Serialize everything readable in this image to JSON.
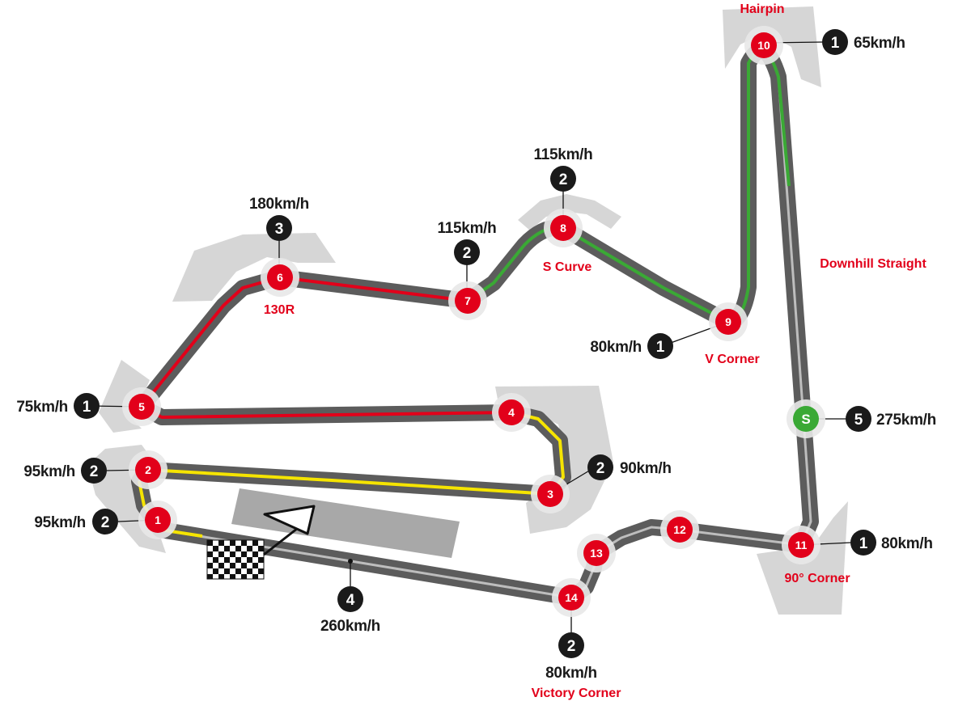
{
  "colors": {
    "track": "#5c5c5c",
    "track_center": "#bdbdbd",
    "runoff": "#d6d6d6",
    "pit": "#a8a8a8",
    "sector_red": "#e2001a",
    "sector_yellow": "#f5e400",
    "sector_green": "#3aa935",
    "turn_marker": "#e2001a",
    "speed_trap_marker": "#3aa935",
    "gear_marker": "#1a1a1a",
    "name_text": "#e2001a"
  },
  "corner_names": {
    "hairpin": "Hairpin",
    "downhill_straight": "Downhill Straight",
    "s_curve": "S Curve",
    "r130": "130R",
    "v_corner": "V Corner",
    "corner90": "90° Corner",
    "victory_corner": "Victory Corner"
  },
  "turns": {
    "t1": "1",
    "t2": "2",
    "t3": "3",
    "t4": "4",
    "t5": "5",
    "t6": "6",
    "t7": "7",
    "t8": "8",
    "t9": "9",
    "t10": "10",
    "t11": "11",
    "t12": "12",
    "t13": "13",
    "t14": "14",
    "speed_trap": "S"
  },
  "gear_speed": {
    "t1": {
      "gear": "2",
      "speed": "95km/h"
    },
    "t2": {
      "gear": "2",
      "speed": "95km/h"
    },
    "t3": {
      "gear": "2",
      "speed": "90km/h"
    },
    "t5": {
      "gear": "1",
      "speed": "75km/h"
    },
    "t6": {
      "gear": "3",
      "speed": "180km/h"
    },
    "t7": {
      "gear": "2",
      "speed": "115km/h"
    },
    "t8": {
      "gear": "2",
      "speed": "115km/h"
    },
    "t9": {
      "gear": "1",
      "speed": "80km/h"
    },
    "t10": {
      "gear": "1",
      "speed": "65km/h"
    },
    "t11": {
      "gear": "1",
      "speed": "80km/h"
    },
    "t14": {
      "gear": "2",
      "speed": "80km/h"
    },
    "speed_trap": {
      "gear": "5",
      "speed": "275km/h"
    },
    "main_straight": {
      "gear": "4",
      "speed": "260km/h"
    }
  },
  "icons": {
    "start_finish": "checkered-flag-icon",
    "direction": "direction-arrow-icon"
  }
}
